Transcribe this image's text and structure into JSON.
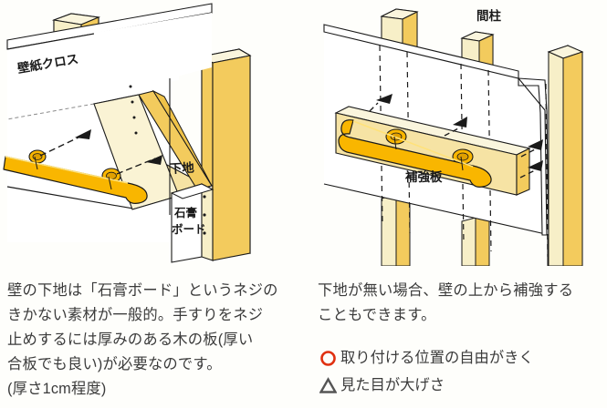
{
  "page": {
    "background_color": "#fefefb",
    "text_color": "#3b3b3b"
  },
  "illustrations": {
    "left": {
      "name": "wall-cutaway-with-backing-board",
      "labels": {
        "wallpaper": "壁紙クロス",
        "backing": "下地",
        "gypsum_line1": "石膏",
        "gypsum_line2": "ボード"
      }
    },
    "right": {
      "name": "surface-mounted-reinforcement-board",
      "labels": {
        "stud": "間柱",
        "reinforcement_board": "補強板"
      }
    }
  },
  "palette": {
    "wood_light": "#f7efc8",
    "wood_mid": "#f6e3a4",
    "wood_dark": "#f3cb5d",
    "wood_deep": "#efc248",
    "handrail": "#f9b600",
    "handrail_shadow": "#e0a000",
    "outline": "#1a1a1a",
    "wall_face": "#ffffff",
    "accent_red": "#e03010",
    "accent_gray": "#555555"
  },
  "body_text": {
    "left": "壁の下地は「石膏ボード」というネジの\nきかない素材が一般的。手すりをネジ\n止めするには厚みのある木の板(厚い\n合板でも良い)が必要なのです。\n(厚さ1cm程度)",
    "right": "下地が無い場合、壁の上から補強する\nこともできます。"
  },
  "bullets": [
    {
      "icon": "circle-icon",
      "icon_char": "○",
      "color": "#e03010",
      "label": "取り付ける位置の自由がきく"
    },
    {
      "icon": "triangle-icon",
      "icon_char": "△",
      "color": "#555555",
      "label": "見た目が大げさ"
    }
  ]
}
